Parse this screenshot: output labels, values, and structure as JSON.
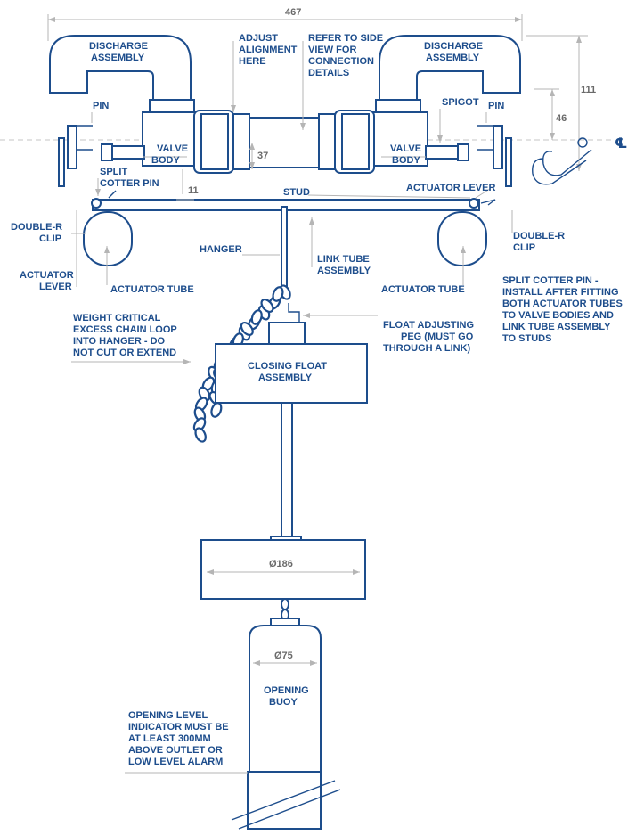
{
  "labels": {
    "discharge_left": [
      "DISCHARGE",
      "ASSEMBLY"
    ],
    "discharge_right": [
      "DISCHARGE",
      "ASSEMBLY"
    ],
    "adjust_alignment": [
      "ADJUST",
      "ALIGNMENT",
      "HERE"
    ],
    "refer_side_view": [
      "REFER TO SIDE",
      "VIEW FOR",
      "CONNECTION",
      "DETAILS"
    ],
    "pin_left": "PIN",
    "pin_right": "PIN",
    "spigot": "SPIGOT",
    "valve_body_left": [
      "VALVE",
      "BODY"
    ],
    "valve_body_right": [
      "VALVE",
      "BODY"
    ],
    "split_cotter_left": [
      "SPLIT",
      "COTTER PIN"
    ],
    "stud": "STUD",
    "actuator_lever_right": "ACTUATOR LEVER",
    "double_r_clip_left": [
      "DOUBLE-R",
      "CLIP"
    ],
    "double_r_clip_right": [
      "DOUBLE-R",
      "CLIP"
    ],
    "actuator_lever_left": [
      "ACTUATOR",
      "LEVER"
    ],
    "actuator_tube_left": "ACTUATOR TUBE",
    "actuator_tube_right": "ACTUATOR TUBE",
    "hanger": "HANGER",
    "link_tube": [
      "LINK TUBE",
      "ASSEMBLY"
    ],
    "split_cotter_note": [
      "SPLIT COTTER PIN -",
      "INSTALL AFTER FITTING",
      "BOTH ACTUATOR TUBES",
      "TO VALVE BODIES AND",
      "LINK TUBE ASSEMBLY",
      "TO STUDS"
    ],
    "weight_critical": [
      "WEIGHT CRITICAL",
      "EXCESS CHAIN LOOP",
      "INTO HANGER - DO",
      "NOT CUT OR EXTEND"
    ],
    "float_peg": [
      "FLOAT ADJUSTING",
      "PEG (MUST GO",
      "THROUGH A LINK)"
    ],
    "closing_float": [
      "CLOSING FLOAT",
      "ASSEMBLY"
    ],
    "opening_buoy": [
      "OPENING",
      "BUOY"
    ],
    "opening_level": [
      "OPENING LEVEL",
      "INDICATOR MUST BE",
      "AT LEAST 300MM",
      "ABOVE OUTLET OR",
      "LOW LEVEL ALARM"
    ],
    "centerline_symbol": "℄"
  },
  "dimensions": {
    "overall_width": "467",
    "right_height": "111",
    "right_offset": "46",
    "valve_height": "37",
    "spacing": "11",
    "float_diameter": "Ø186",
    "buoy_diameter": "Ø75"
  }
}
